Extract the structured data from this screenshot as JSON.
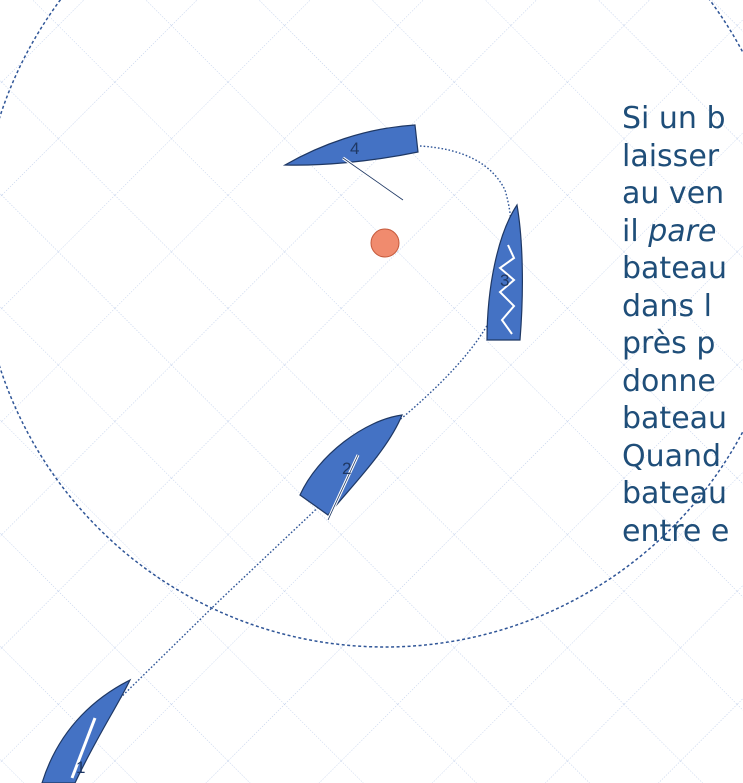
{
  "boat_labels": [
    "1",
    "2",
    "3",
    "4"
  ],
  "text_lines": [
    {
      "text": "Si un b"
    },
    {
      "text": "laisser"
    },
    {
      "text": "au ven"
    },
    {
      "text": "il ",
      "em": "pare"
    },
    {
      "text": "bateau"
    },
    {
      "text": "dans l"
    },
    {
      "text": "près p"
    },
    {
      "text": "donne"
    },
    {
      "text": "bateau"
    },
    {
      "text": "Quand"
    },
    {
      "text": "bateau"
    },
    {
      "text": "entre e"
    }
  ],
  "colors": {
    "boat_fill": "#4472c4",
    "boat_stroke": "#1f3864",
    "track": "#2f5597",
    "zone": "#2f5597",
    "mark": "#f08b6e",
    "grid": "#b4c6e7",
    "text": "#1f4e79"
  }
}
